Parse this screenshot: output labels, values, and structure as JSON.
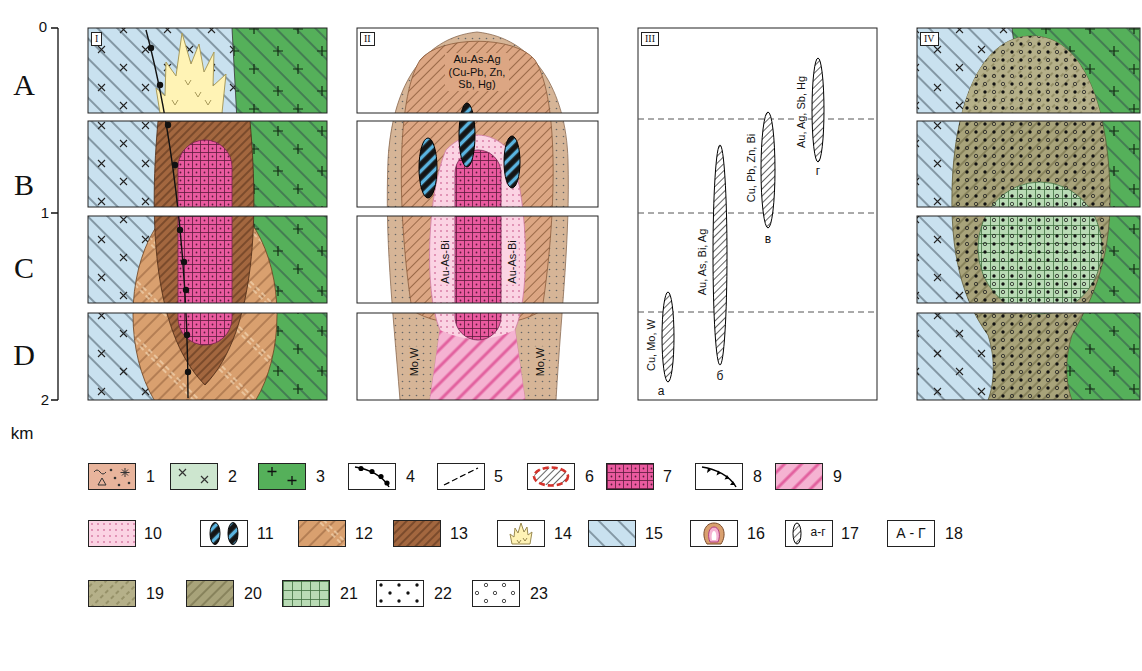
{
  "diagram": {
    "nodes": [
      {
        "text": [
          "I"
        ]
      },
      {
        "text": [
          "II"
        ]
      },
      {
        "text": [
          "III"
        ]
      },
      {
        "text": [
          "IV"
        ]
      }
    ],
    "labels": [
      "0",
      "1",
      "2",
      "km",
      "A",
      "B",
      "C",
      "D",
      "Au-As-Ag (Cu-Pb, Zn, Sb, Hg)",
      "Au-As-Bi",
      "Au-As-Bi",
      "Mo,W",
      "Mo,W",
      "Cu, Mo, W",
      "а",
      "Au, As, Bi, Ag",
      "б",
      "Cu, Pb, Zn, Bi",
      "в",
      "Au, Ag, Sb, Hg",
      "г",
      "а-г",
      "А - Г"
    ],
    "legend": [
      {
        "text": "1",
        "color": "#e8b49c"
      },
      {
        "text": "2",
        "color": "#cde6cf"
      },
      {
        "text": "3",
        "color": "#55b05a"
      },
      {
        "text": "4"
      },
      {
        "text": "5"
      },
      {
        "text": "6"
      },
      {
        "text": "7",
        "color": "#ea5a9f"
      },
      {
        "text": "8"
      },
      {
        "text": "9",
        "color": "#f5b3d2"
      },
      {
        "text": "10",
        "color": "#fbd3e3"
      },
      {
        "text": "11"
      },
      {
        "text": "12",
        "color": "#d9a06f"
      },
      {
        "text": "13",
        "color": "#a3673f"
      },
      {
        "text": "14"
      },
      {
        "text": "15",
        "color": "#c9e1ef"
      },
      {
        "text": "16"
      },
      {
        "text": "17"
      },
      {
        "text": "18"
      },
      {
        "text": "19",
        "color": "#b5b089"
      },
      {
        "text": "20",
        "color": "#a8a37a"
      },
      {
        "text": "21",
        "color": "#b9dbb5"
      },
      {
        "text": "22"
      },
      {
        "text": "23"
      }
    ]
  }
}
